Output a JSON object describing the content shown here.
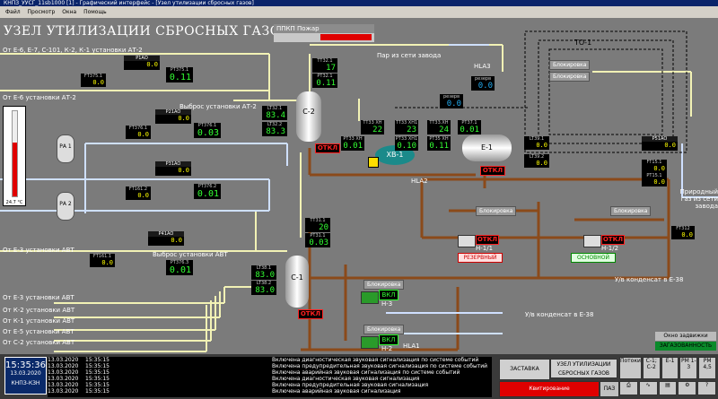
{
  "window": {
    "title": "КНПЗ_УУСГ_11sb1000 [1] - Графический интерфейс - [Узел утилизации сбросных газов]"
  },
  "menu": [
    "Файл",
    "Просмотр",
    "Окна",
    "Помощь"
  ],
  "header": {
    "title": "УЗЕЛ УТИЛИЗАЦИИ СБРОСНЫХ ГАЗОВ",
    "alarm_box": "ППКП Пожар"
  },
  "sources": {
    "at2": "От Е-6, Е-7, С-101, К-2, К-1 установки АТ-2",
    "e6": "От Е-6 установки АТ-2",
    "vybros_at2": "Выброс установки АТ-2",
    "vybros_avt": "Выброс установки АВТ",
    "e3": "От Е-3 установки АВТ",
    "list": [
      "От Е-3 установки АВТ",
      "От К-2 установки АВТ",
      "От К-1 установки АВТ",
      "От Е-5 установки АВТ",
      "От С-2 установки АВТ"
    ],
    "steam": "Пар из сети завода",
    "natgas": "Природный газ из сети завода",
    "condensate_e38": "У/в конденсат в Е-38",
    "condensate_e38b": "У/в конденсат в Е-38"
  },
  "instruments": {
    "p1a0": {
      "tag": "P1АО",
      "val": "0.0"
    },
    "ft375": {
      "tag": "FT375.1",
      "val": "0.0"
    },
    "pt375": {
      "tag": "PT375.1",
      "val": "0.11"
    },
    "p21a0": {
      "tag": "P21АО",
      "val": "0.0"
    },
    "ft376": {
      "tag": "FT376.1",
      "val": "0.0"
    },
    "pt376": {
      "tag": "PT376.1",
      "val": "0.03"
    },
    "p31a0": {
      "tag": "P31АО",
      "val": "0.0"
    },
    "ft161": {
      "tag": "FT161.2",
      "val": "0.0"
    },
    "pt376b": {
      "tag": "PT376.2",
      "val": "0.01"
    },
    "p41a0": {
      "tag": "P41АО",
      "val": "0.0"
    },
    "ft161b": {
      "tag": "FT161.1",
      "val": "0.0"
    },
    "pt376c": {
      "tag": "PT376.3",
      "val": "0.01"
    },
    "tt32": {
      "tag": "TT32.1",
      "val": "17"
    },
    "pt32": {
      "tag": "PT32.1",
      "val": "0.11"
    },
    "lt32": {
      "tag": "LT32.1",
      "val": "83.4"
    },
    "lt32b": {
      "tag": "LT32.2",
      "val": "83.3"
    },
    "tt33": {
      "tag": "TT33 XH",
      "val": "22"
    },
    "tt33b": {
      "tag": "TT33 XH1",
      "val": "23"
    },
    "tt33c": {
      "tag": "TT33.XH",
      "val": "24"
    },
    "pt37": {
      "tag": "PT37.1",
      "val": "0.01"
    },
    "pt33": {
      "tag": "PT33 XH",
      "val": "0.01"
    },
    "pt33b": {
      "tag": "PT33 XH1",
      "val": "0.10"
    },
    "pt35": {
      "tag": "PT35 XH",
      "val": "0.11"
    },
    "lt39": {
      "tag": "LT39.1",
      "val": "0.0"
    },
    "lt39b": {
      "tag": "LT39.2",
      "val": "0.0"
    },
    "tt31": {
      "tag": "TT31.1",
      "val": "20"
    },
    "pt31": {
      "tag": "PT31.1",
      "val": "0.03"
    },
    "lt38": {
      "tag": "LT38.1",
      "val": "83.0"
    },
    "lt38b": {
      "tag": "LT38.2",
      "val": "83.0"
    },
    "rez1": {
      "tag": "резерв",
      "val": "0.0"
    },
    "rez2": {
      "tag": "резерв",
      "val": "0.0"
    },
    "p51a0": {
      "tag": "P51АО",
      "val": "0.0"
    },
    "ft15": {
      "tag": "FT15.1",
      "val": "0.0"
    },
    "pt15": {
      "tag": "PT15.1",
      "val": "0.0"
    },
    "ft12": {
      "tag": "FT312",
      "val": "0.0"
    },
    "thermo": {
      "val": "24.7 °C"
    }
  },
  "equipment": {
    "c2": "С-2",
    "c1": "С-1",
    "hv1": "ХВ-1",
    "e1": "Е-1",
    "to1": "ТО-1",
    "h1_1": "Н-1/1",
    "h1_2": "Н-1/2",
    "h3": "Н-3",
    "h2": "Н-2",
    "rezerv": "РЕЗЕРВНЫЙ",
    "osnovnoy": "ОСНОВНОЙ",
    "hla1": "HLA1",
    "hla2": "HLA2",
    "hla3": "HLA3",
    "pa1": "РА 1",
    "pa2": "РА 2",
    "otkl": "ОТКЛ",
    "vkl": "ВКЛ",
    "blok": "Блокировка"
  },
  "sidepanel": {
    "okno": "Окно задвижки",
    "gaz": "ЗАГАЗОВАННОСТЬ"
  },
  "clock": {
    "time": "15:35:36",
    "date": "13.03.2020",
    "site": "КНПЗ-КЗН"
  },
  "events": [
    {
      "date": "13.03.2020",
      "time": "15:35:15",
      "text": "Включена диагностическая звуковая сигнализация по системе событий"
    },
    {
      "date": "13.03.2020",
      "time": "15:35:15",
      "text": "Включена предупредительная звуковая сигнализация по системе событий"
    },
    {
      "date": "13.03.2020",
      "time": "15:35:15",
      "text": "Включена аварийная звуковая сигнализация по системе событий"
    },
    {
      "date": "13.03.2020",
      "time": "15:35:15",
      "text": "Включена диагностическая звуковая сигнализация"
    },
    {
      "date": "13.03.2020",
      "time": "15:35:15",
      "text": "Включена предупредительная звуковая сигнализация"
    },
    {
      "date": "13.03.2020",
      "time": "15:35:15",
      "text": "Включена аварийная звуковая сигнализация"
    }
  ],
  "nav": {
    "zastavka": "ЗАСТАВКА",
    "uzel": "УЗЕЛ УТИЛИЗАЦИИ СБРОСНЫХ ГАЗОВ",
    "kvit": "Квитирование",
    "paz": "ПАЗ",
    "tabs": [
      "Потоки",
      "С-1; С-2",
      "Е-1",
      "РМ 1-3",
      "РМ 4,5"
    ]
  },
  "colors": {
    "pipe_steam": "#f2f2b5",
    "pipe_gas": "#cfe0ff",
    "pipe_cond": "#8b4a1a",
    "alarm": "#e00000"
  }
}
